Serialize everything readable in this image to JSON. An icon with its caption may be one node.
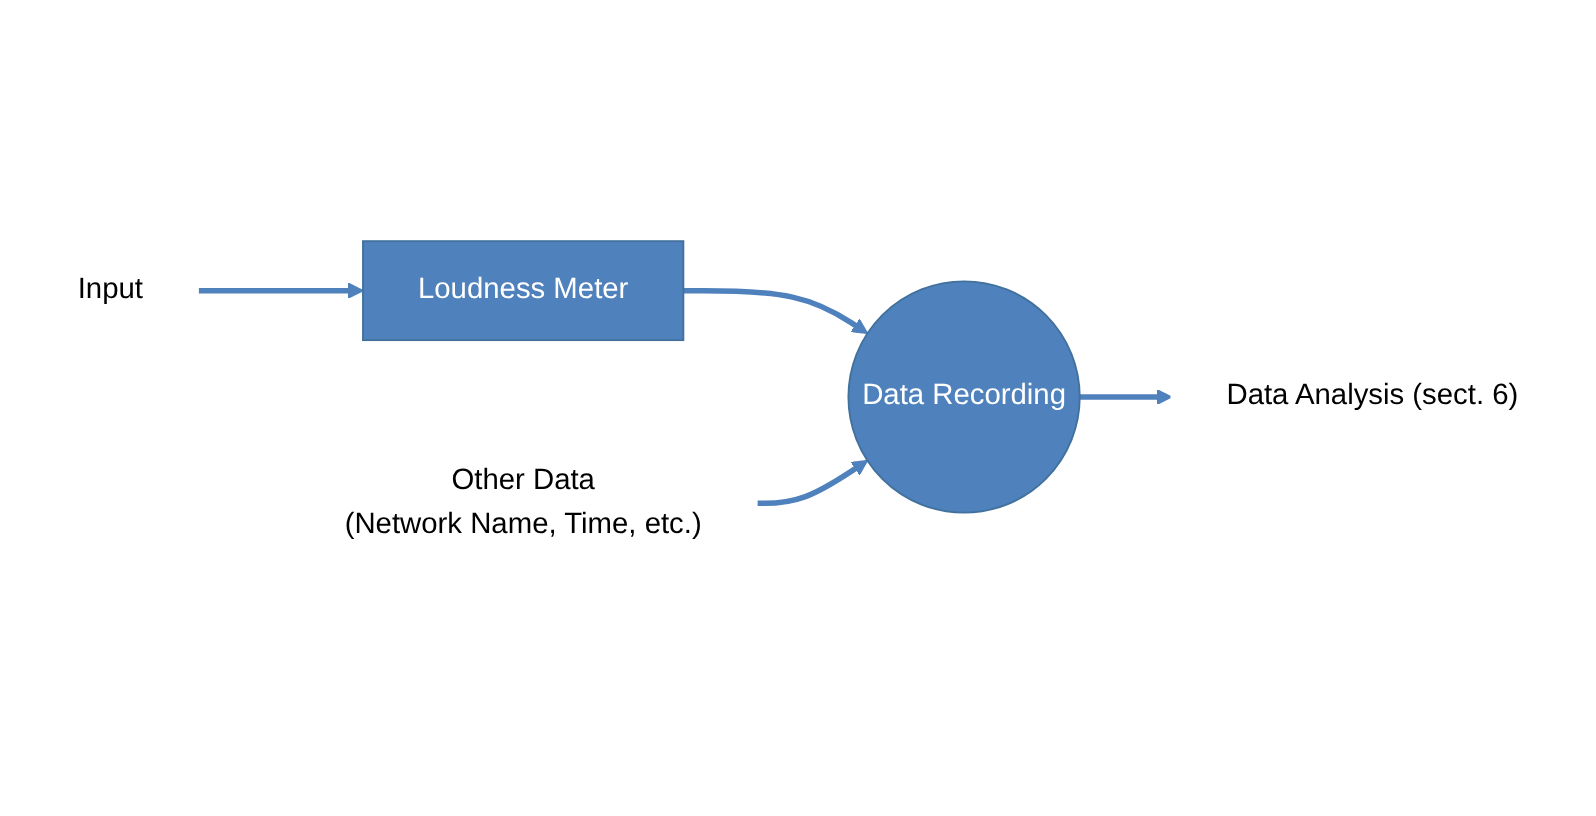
{
  "diagram": {
    "nodes": [
      {
        "text": [
          "Input"
        ]
      },
      {
        "text": [
          "Loudness Meter"
        ]
      },
      {
        "text": [
          "Data Recording"
        ]
      },
      {
        "text": [
          "Data Analysis (sect. 6)"
        ]
      },
      {
        "text": [
          "Other Data",
          "(Network Name, Time, etc.)"
        ]
      }
    ],
    "edges": [
      {
        "from": 0,
        "to": 1,
        "arrow": "to"
      },
      {
        "from": 1,
        "to": 2,
        "arrow": "to"
      },
      {
        "from": 2,
        "to": 3,
        "arrow": "to"
      },
      {
        "from": 4,
        "to": 2,
        "arrow": "to"
      }
    ]
  }
}
